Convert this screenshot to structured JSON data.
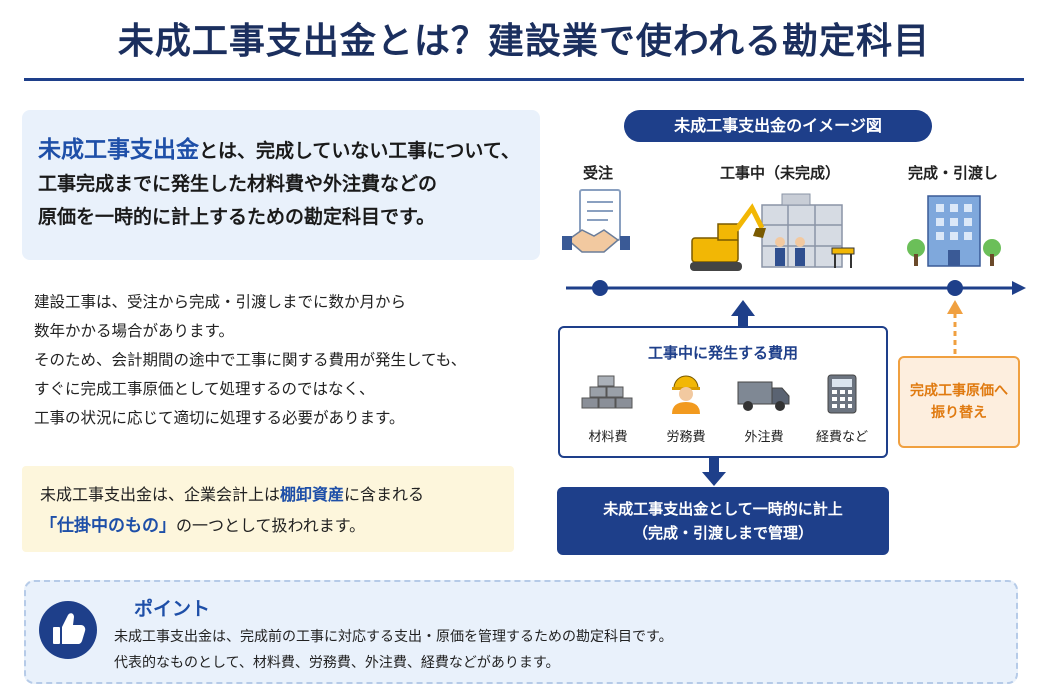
{
  "header": {
    "title": "未成工事支出金とは？建設業で使われる勘定科目"
  },
  "intro": {
    "term": "未成工事支出金",
    "line1_rest": "とは、完成していない工事について、",
    "line2": "工事完成までに発生した材料費や外注費などの",
    "line3": "原価を一時的に計上するための勘定科目です。"
  },
  "body": {
    "lines": [
      "建設工事は、受注から完成・引渡しまでに数か月から",
      "数年かかる場合があります。",
      "そのため、会計期間の途中で工事に関する費用が発生しても、",
      "すぐに完成工事原価として処理するのではなく、",
      "工事の状況に応じて適切に処理する必要があります。"
    ]
  },
  "note": {
    "part1": "未成工事支出金は、企業会計上は",
    "hl1": "棚卸資産",
    "part2": "に含まれる",
    "hl2": "「仕掛中のもの」",
    "part3": "の一つとして扱われます。"
  },
  "diagram": {
    "title": "未成工事支出金のイメージ図",
    "stages": {
      "order": "受注",
      "in_progress": "工事中（未完成）",
      "complete": "完成・引渡し"
    },
    "cost_box": {
      "title": "工事中に発生する費用",
      "items": [
        {
          "label": "材料費",
          "icon": "bricks-icon"
        },
        {
          "label": "労務費",
          "icon": "worker-icon"
        },
        {
          "label": "外注費",
          "icon": "truck-icon"
        },
        {
          "label": "経費など",
          "icon": "calculator-icon"
        }
      ]
    },
    "transfer": {
      "line1": "完成工事原価へ",
      "line2": "振り替え"
    },
    "result": {
      "line1": "未成工事支出金として一時的に計上",
      "line2": "（完成・引渡しまで管理）"
    }
  },
  "point": {
    "title": "ポイント",
    "line1": "未成工事支出金は、完成前の工事に対応する支出・原価を管理するための勘定科目です。",
    "line2": "代表的なものとして、材料費、労務費、外注費、経費などがあります。"
  },
  "colors": {
    "navy": "#1e3f8a",
    "accent_blue": "#1e4fa8",
    "orange": "#e07a10",
    "light_blue": "#e9f1fb",
    "light_yellow": "#fdf6dc"
  }
}
